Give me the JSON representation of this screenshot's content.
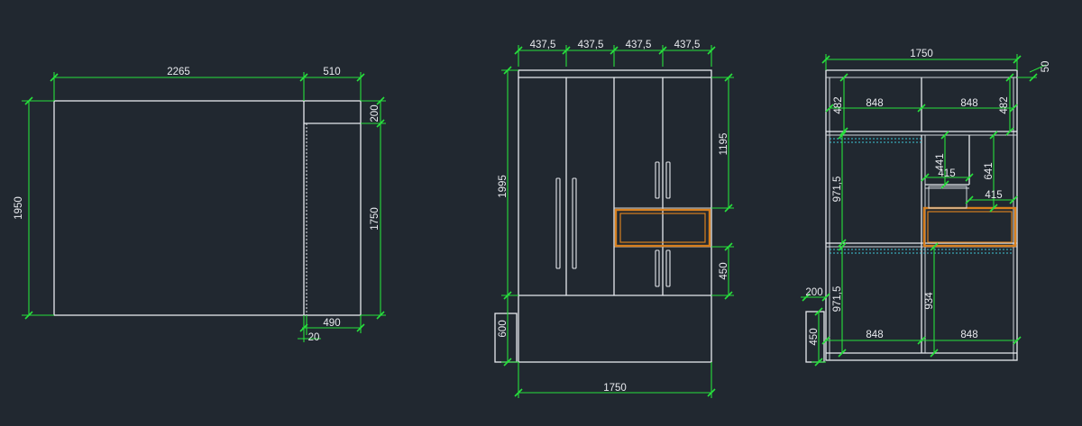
{
  "plan_view": {
    "dim_width_main": "2265",
    "dim_width_side": "510",
    "dim_height_total": "1950",
    "dim_height_side": "1750",
    "dim_top_strip": "200",
    "dim_bottom_depth": "490",
    "dim_bottom_offset": "20"
  },
  "front_view": {
    "dim_panel_1": "437,5",
    "dim_panel_2": "437,5",
    "dim_panel_3": "437,5",
    "dim_panel_4": "437,5",
    "dim_height_total": "1995",
    "dim_upper_doors": "1195",
    "dim_lower_doors": "450",
    "dim_base": "600",
    "dim_width_total": "1750"
  },
  "interior_view": {
    "dim_width_total": "1750",
    "dim_top_offset": "50",
    "dim_top_left_width": "848",
    "dim_top_right_width": "848",
    "dim_top_left_height": "482",
    "dim_top_right_height": "482",
    "dim_mid_left_height": "971,5",
    "dim_shelf_441": "441",
    "dim_shelf_415_small": "415",
    "dim_shelf_641": "641",
    "dim_drawer_415": "415",
    "dim_lower_left_height": "971,5",
    "dim_lower_right_height": "934",
    "dim_bottom_left_width": "848",
    "dim_bottom_right_width": "848",
    "dim_base_200": "200",
    "dim_base_450": "450"
  }
}
